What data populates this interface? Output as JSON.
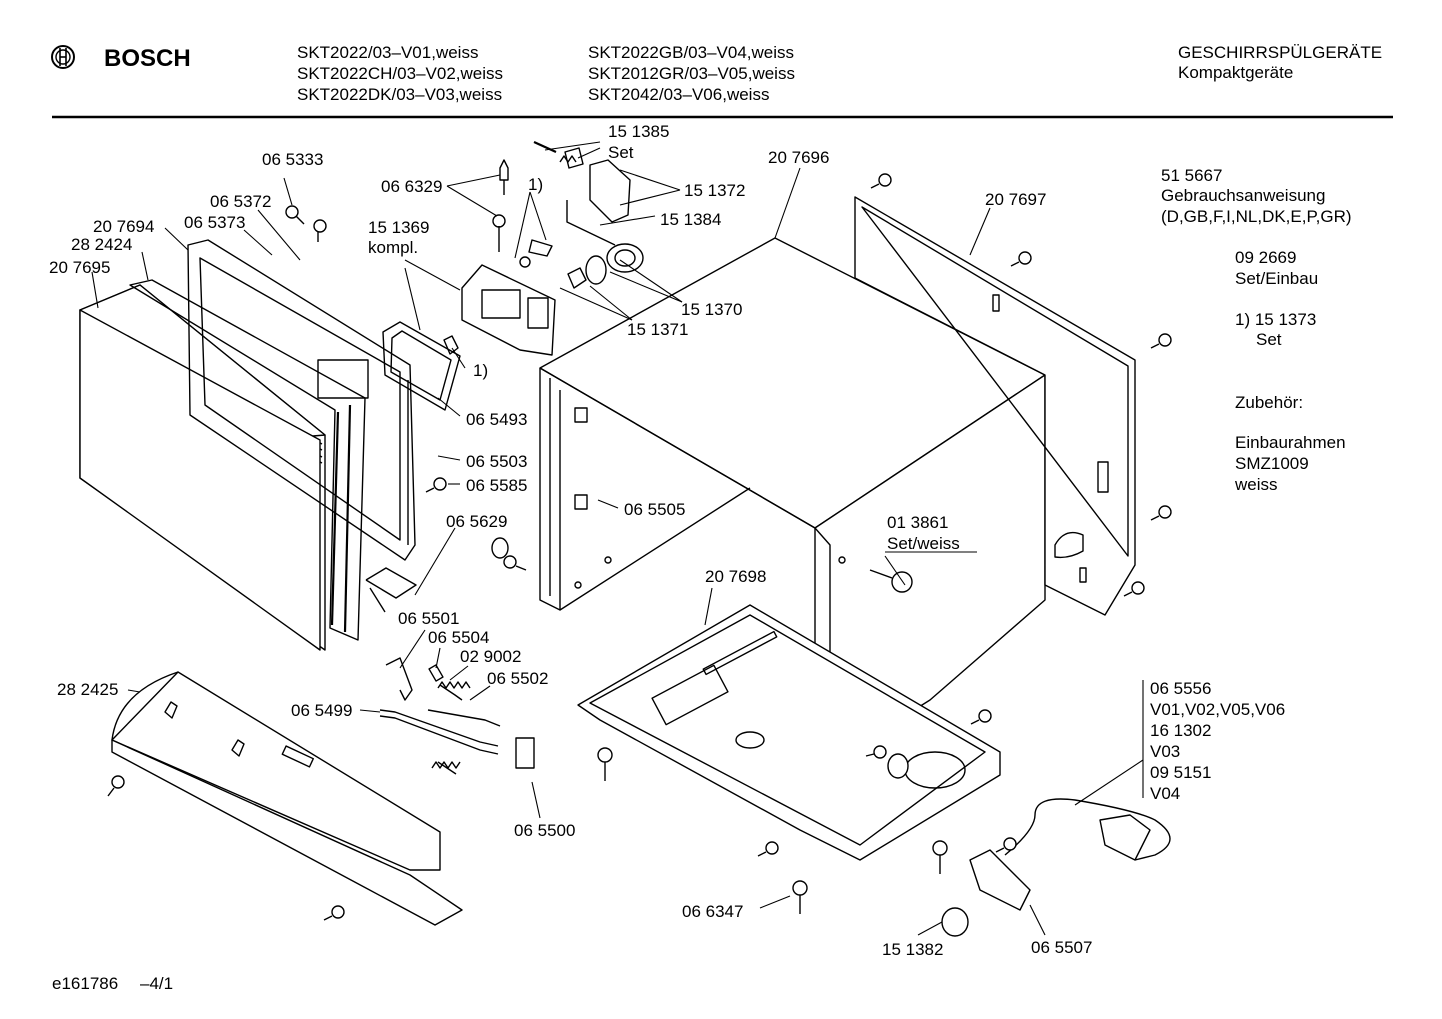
{
  "header": {
    "brand": "BOSCH",
    "models_col1": [
      "SKT2022/03–V01,weiss",
      "SKT2022CH/03–V02,weiss",
      "SKT2022DK/03–V03,weiss"
    ],
    "models_col2": [
      "SKT2022GB/03–V04,weiss",
      "SKT2012GR/03–V05,weiss",
      "SKT2042/03–V06,weiss"
    ],
    "category": "GESCHIRRSPÜLGERÄTE",
    "subcategory": "Kompaktgeräte"
  },
  "parts": {
    "p151385": "15 1385",
    "p151385_set": "Set",
    "p065333": "06 5333",
    "p066329": "06 6329",
    "note1_a": "1)",
    "p151372": "15 1372",
    "p151384": "15 1384",
    "p207696": "20 7696",
    "p207697": "20 7697",
    "p065372": "06 5372",
    "p065373": "06 5373",
    "p207694": "20 7694",
    "p282424": "28 2424",
    "p207695": "20 7695",
    "p151369": "15 1369",
    "p151369_kompl": "kompl.",
    "p151370": "15 1370",
    "p151371": "15 1371",
    "note1_b": "1)",
    "p065493": "06 5493",
    "p065503": "06 5503",
    "p065585": "06 5585",
    "p065505": "06 5505",
    "p065629": "06 5629",
    "p013861": "01 3861",
    "p013861_set": "Set/weiss",
    "p207698": "20 7698",
    "p065501": "06 5501",
    "p065504": "06 5504",
    "p029002": "02 9002",
    "p065502": "06 5502",
    "p282425": "28 2425",
    "p065499": "06 5499",
    "p065500": "06 5500",
    "p066347": "06 6347",
    "p151382": "15 1382",
    "p065507": "06 5507",
    "cable_lines": [
      "06 5556",
      "V01,V02,V05,V06",
      "16 1302",
      "V03",
      "09 5151",
      "V04"
    ]
  },
  "notes": {
    "manual_no": "51 5667",
    "manual_label": "Gebrauchsanweisung",
    "manual_langs": "(D,GB,F,I,NL,DK,E,P,GR)",
    "install_no": "09 2669",
    "install_label": "Set/Einbau",
    "footnote_no": "1) 15 1373",
    "footnote_set": "Set",
    "accessory_title": "Zubehör:",
    "accessory_1": "Einbaurahmen",
    "accessory_2": "SMZ1009",
    "accessory_3": "weiss"
  },
  "footer": {
    "doc_id": "e161786",
    "page": "–4/1"
  }
}
